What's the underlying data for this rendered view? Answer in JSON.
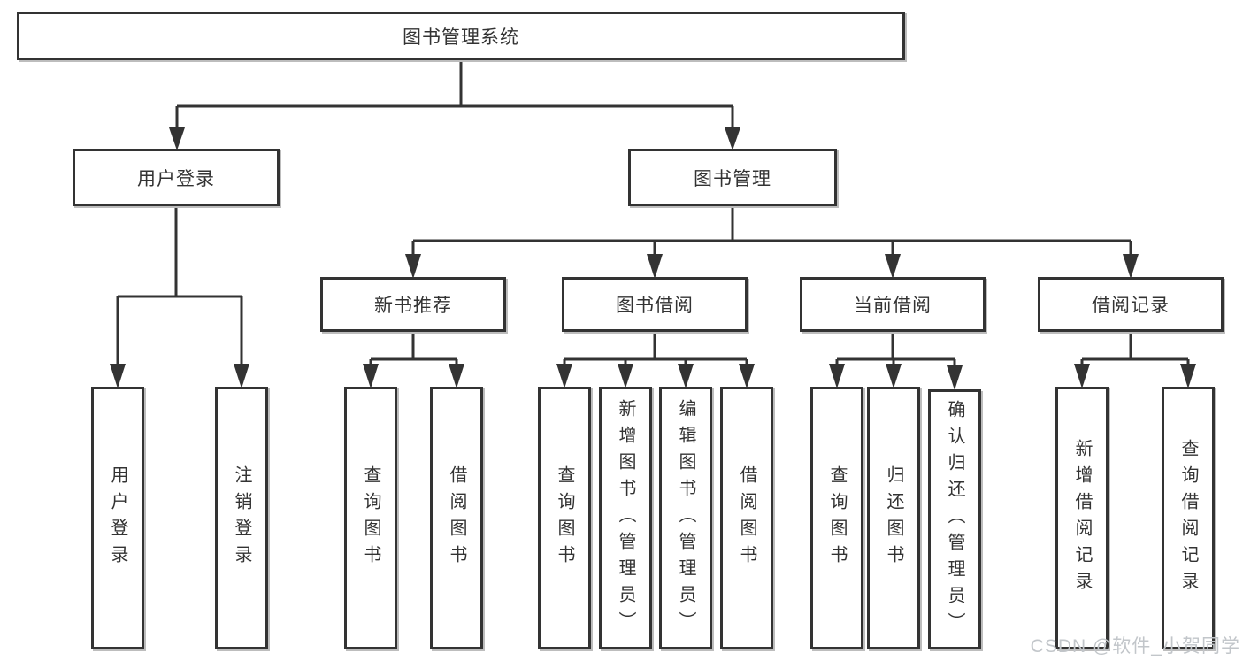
{
  "tree": {
    "label": "图书管理系统",
    "children": [
      {
        "label": "用户登录",
        "children": [
          {
            "label": "用户登录"
          },
          {
            "label": "注销登录"
          }
        ]
      },
      {
        "label": "图书管理",
        "children": [
          {
            "label": "新书推荐",
            "children": [
              {
                "label": "查询图书"
              },
              {
                "label": "借阅图书"
              }
            ]
          },
          {
            "label": "图书借阅",
            "children": [
              {
                "label": "查询图书"
              },
              {
                "label": "新增图书（管理员）"
              },
              {
                "label": "编辑图书（管理员）"
              },
              {
                "label": "借阅图书"
              }
            ]
          },
          {
            "label": "当前借阅",
            "children": [
              {
                "label": "查询图书"
              },
              {
                "label": "归还图书"
              },
              {
                "label": "确认归还（管理员）"
              }
            ]
          },
          {
            "label": "借阅记录",
            "children": [
              {
                "label": "新增借阅记录"
              },
              {
                "label": "查询借阅记录"
              }
            ]
          }
        ]
      }
    ]
  },
  "watermark": {
    "text": "CSDN @软件_小贺同学"
  },
  "colors": {
    "line": "#333333",
    "text": "#333333",
    "box_background": "#ffffff",
    "watermark": "#c2c6ca"
  }
}
